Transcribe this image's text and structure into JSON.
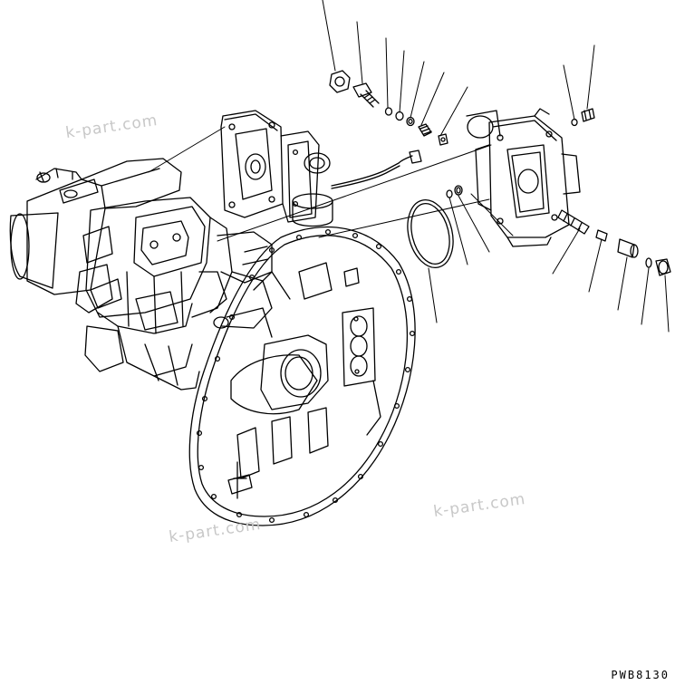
{
  "diagram": {
    "drawing_code": "PWB8130",
    "watermarks": [
      "k-part.com",
      "k-part.com",
      "k-part.com"
    ],
    "colors": {
      "line": "#000000",
      "background": "#ffffff",
      "watermark": "#c8c8c8"
    }
  }
}
